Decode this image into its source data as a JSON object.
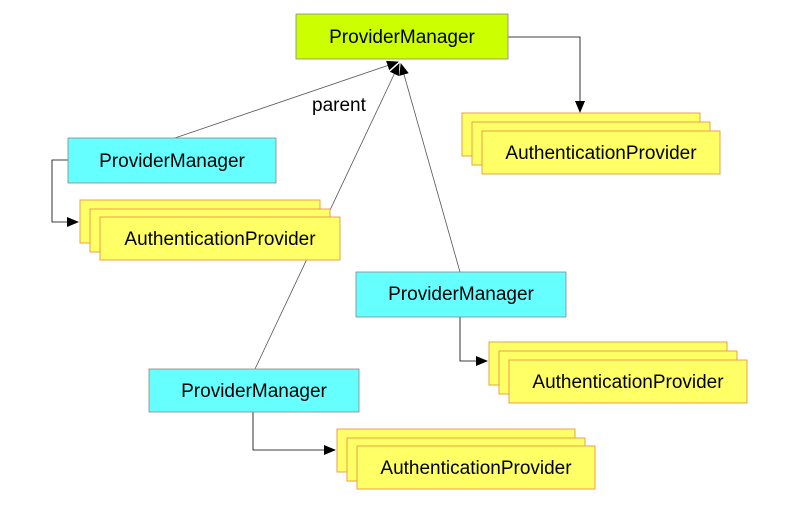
{
  "diagram": {
    "colors": {
      "root_manager_fill": "#ccff00",
      "child_manager_fill": "#66ffff",
      "provider_fill": "#ffff66",
      "provider_border": "#e8a04a",
      "line": "#000000"
    },
    "root_manager": {
      "label": "ProviderManager"
    },
    "root_providers": {
      "label": "AuthenticationProvider"
    },
    "parent_label": "parent",
    "children": [
      {
        "manager_label": "ProviderManager",
        "providers_label": "AuthenticationProvider"
      },
      {
        "manager_label": "ProviderManager",
        "providers_label": "AuthenticationProvider"
      },
      {
        "manager_label": "ProviderManager",
        "providers_label": "AuthenticationProvider"
      }
    ]
  }
}
